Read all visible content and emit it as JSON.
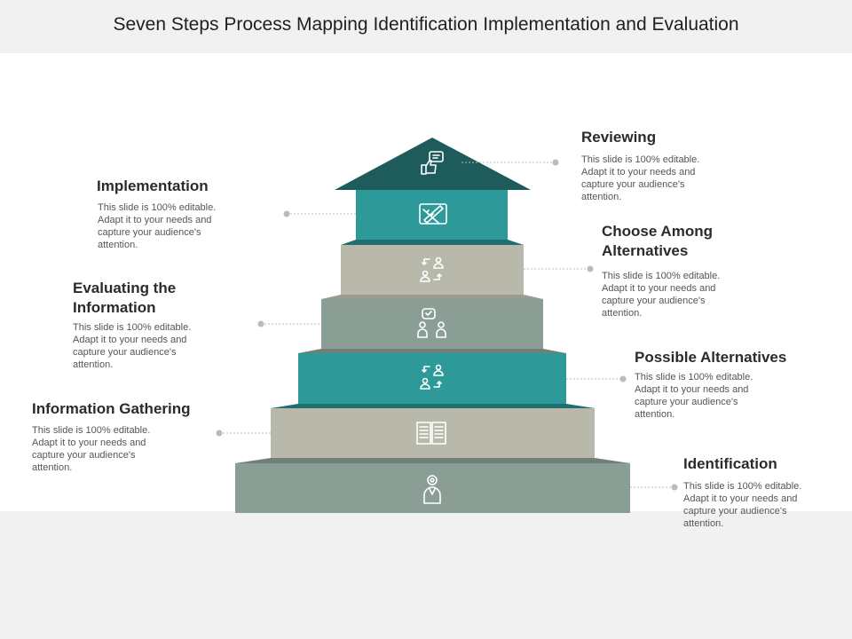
{
  "title": "Seven Steps Process Mapping Identification Implementation and Evaluation",
  "colors": {
    "roof": "#1e5c5c",
    "teal": "#2e9999",
    "teal_edge": "#226e6e",
    "beige": "#b8b8ab",
    "beige_edge": "#9b9b8f",
    "grey_green": "#8a9e96",
    "grey_green_edge": "#6f8079",
    "connector": "#bbbbbb"
  },
  "steps": [
    {
      "label": "Reviewing",
      "desc": "This slide is 100% editable. Adapt it to your needs and capture your audience's attention.",
      "icon": "thumbs-up-chat-icon"
    },
    {
      "label": "Implementation",
      "desc": "This slide is 100% editable. Adapt it to your needs and capture your audience's attention.",
      "icon": "pencil-ruler-icon"
    },
    {
      "label": "Choose Among Alternatives",
      "desc": "This slide is 100% editable. Adapt it to your needs and capture your audience's attention.",
      "icon": "people-exchange-icon"
    },
    {
      "label": "Evaluating the Information",
      "desc": "This slide is 100% editable. Adapt it to your needs and capture your audience's attention.",
      "icon": "team-approval-icon"
    },
    {
      "label": "Possible Alternatives",
      "desc": "This slide is 100% editable. Adapt it to your needs and capture your audience's attention.",
      "icon": "people-exchange-icon"
    },
    {
      "label": "Information Gathering",
      "desc": "This slide is 100% editable. Adapt it to your needs and capture your audience's attention.",
      "icon": "open-book-icon"
    },
    {
      "label": "Identification",
      "desc": "This slide is 100% editable. Adapt it to your needs and capture your audience's attention.",
      "icon": "person-target-icon"
    }
  ]
}
